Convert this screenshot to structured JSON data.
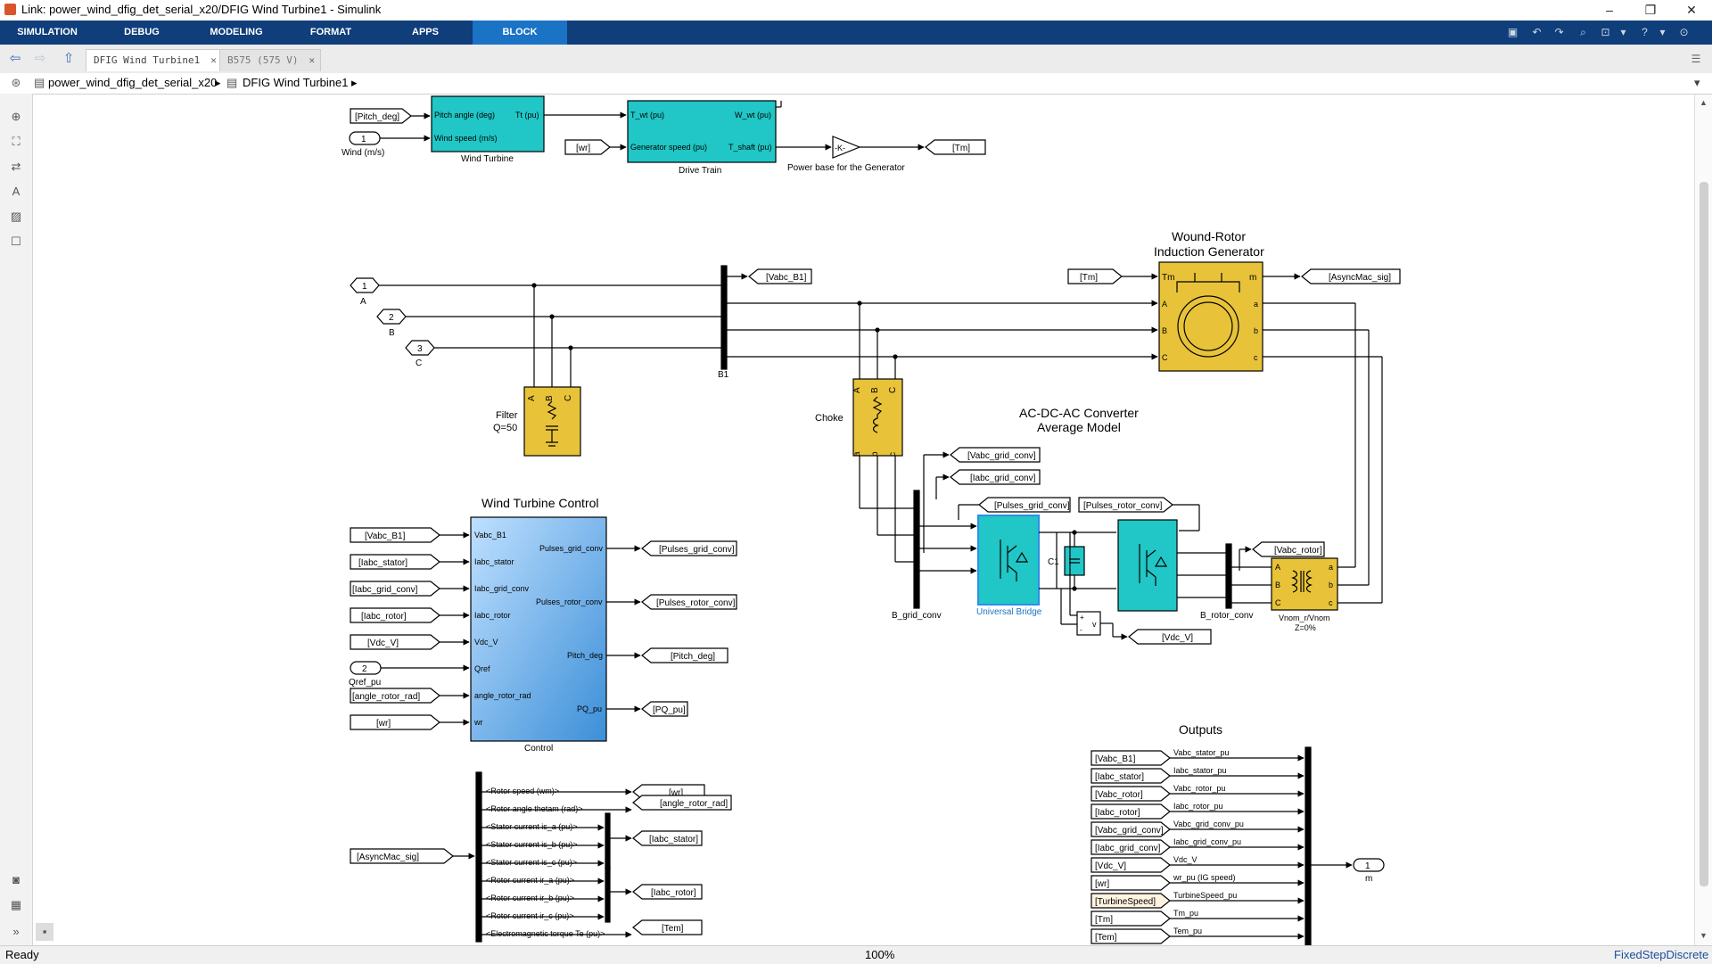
{
  "window": {
    "title": "Link: power_wind_dfig_det_serial_x20/DFIG Wind Turbine1 - Simulink",
    "controls": [
      "–",
      "❐",
      "✕"
    ]
  },
  "ribbon": {
    "tabs": [
      "SIMULATION",
      "DEBUG",
      "MODELING",
      "FORMAT",
      "APPS",
      "BLOCK"
    ],
    "active_tab": "BLOCK",
    "accent_color": "#0f3e7a",
    "active_color": "#1a73c5"
  },
  "tabs": {
    "items": [
      {
        "label": "DFIG Wind Turbine1",
        "close": "✕"
      },
      {
        "label": "B575 (575 V)",
        "close": "✕"
      }
    ]
  },
  "breadcrumb": {
    "items": [
      "power_wind_dfig_det_serial_x20",
      "DFIG Wind Turbine1"
    ]
  },
  "status": {
    "left": "Ready",
    "zoom": "100%",
    "solver": "FixedStepDiscrete"
  },
  "diagram": {
    "top": {
      "pitch_tag": "[Pitch_deg]",
      "wind_port": "1",
      "wind_label": "Wind (m/s)",
      "wt_in1": "Pitch angle (deg)",
      "wt_in2": "Wind speed (m/s)",
      "wt_out": "Tt (pu)",
      "wt_name": "Wind Turbine",
      "dt_in1": "T_wt (pu)",
      "dt_in2": "Generator speed (pu)",
      "dt_out1": "W_wt (pu)",
      "dt_out2": "T_shaft (pu)",
      "dt_name": "Drive Train",
      "wr_tag": "[wr]",
      "gain": "-K-",
      "gain_name": "Power base for the Generator",
      "tm_tag": "[Tm]"
    },
    "grid": {
      "portA": "1",
      "portA_label": "A",
      "portB": "2",
      "portB_label": "B",
      "portC": "3",
      "portC_label": "C",
      "bus": "B1",
      "vabc_b1": "[Vabc_B1]",
      "filter_label": "Filter",
      "filter_q": "Q=50",
      "choke_label": "Choke",
      "abc_a": "A",
      "abc_b": "B",
      "abc_c": "C",
      "choke_a": "a",
      "choke_b": "b",
      "choke_c": "c"
    },
    "generator": {
      "title_line1": "Wound-Rotor",
      "title_line2": "Induction Generator",
      "tm_in": "[Tm]",
      "port_tm": "Tm",
      "port_m": "m",
      "port_a": "A",
      "port_b": "B",
      "port_c": "C",
      "port_ra": "a",
      "port_rb": "b",
      "port_rc": "c",
      "asyncmac": "[AsyncMac_sig]"
    },
    "converter": {
      "title_line1": "AC-DC-AC Converter",
      "title_line2": "Average Model",
      "vabc_grid": "[Vabc_grid_conv]",
      "iabc_grid": "[Iabc_grid_conv]",
      "pulses_grid": "[Pulses_grid_conv]",
      "pulses_rotor": "[Pulses_rotor_conv]",
      "bridge_name": "Universal Bridge",
      "c1": "C1",
      "b_grid": "B_grid_conv",
      "b_rotor": "B_rotor_conv",
      "vabc_rotor": "[Vabc_rotor]",
      "vdc": "[Vdc_V]",
      "xfmr_line1": "Vnom_r/Vnom",
      "xfmr_line2": "Z=0%",
      "v_label": "v",
      "plus": "+",
      "minus": "-"
    },
    "control": {
      "title": "Wind Turbine Control",
      "block_name": "Control",
      "in_tags": [
        "[Vabc_B1]",
        "[Iabc_stator]",
        "[Iabc_grid_conv]",
        "[Iabc_rotor]",
        "[Vdc_V]",
        "2",
        "[angle_rotor_rad]",
        "[wr]"
      ],
      "qref_label": "Qref_pu",
      "in_ports": [
        "Vabc_B1",
        "Iabc_stator",
        "Iabc_grid_conv",
        "Iabc_rotor",
        "Vdc_V",
        "Qref",
        "angle_rotor_rad",
        "wr"
      ],
      "out_ports": [
        "Pulses_grid_conv",
        "Pulses_rotor_conv",
        "Pitch_deg",
        "PQ_pu"
      ],
      "out_tags": [
        "[Pulses_grid_conv]",
        "[Pulses_rotor_conv]",
        "[Pitch_deg]",
        "[PQ_pu]"
      ]
    },
    "busselector": {
      "in_tag": "[AsyncMac_sig]",
      "signals": [
        "<Rotor speed (wm)>",
        "<Rotor angle thetam (rad)>",
        "<Stator current is_a (pu)>",
        "<Stator current is_b (pu)>",
        "<Stator current is_c (pu)>",
        "<Rotor current ir_a (pu)>",
        "<Rotor current ir_b (pu)>",
        "<Rotor current ir_c (pu)>",
        "<Electromagnetic torque Te (pu)>"
      ],
      "out_tags": [
        "[wr]",
        "[angle_rotor_rad]",
        "[Iabc_stator]",
        "[Iabc_rotor]",
        "[Tem]"
      ]
    },
    "outputs": {
      "title": "Outputs",
      "tags": [
        "[Vabc_B1]",
        "[Iabc_stator]",
        "[Vabc_rotor]",
        "[Iabc_rotor]",
        "[Vabc_grid_conv]",
        "[Iabc_grid_conv]",
        "[Vdc_V]",
        "[wr]",
        "[TurbineSpeed]",
        "[Tm]",
        "[Tem]"
      ],
      "signals": [
        "Vabc_stator_pu",
        "Iabc_stator_pu",
        "Vabc_rotor_pu",
        "Iabc_rotor_pu",
        "Vabc_grid_conv_pu",
        "Iabc_grid_conv_pu",
        "Vdc_V",
        "wr_pu (IG speed)",
        "TurbineSpeed_pu",
        "Tm_pu",
        "Tem_pu"
      ],
      "out_port": "1",
      "out_label": "m"
    }
  }
}
